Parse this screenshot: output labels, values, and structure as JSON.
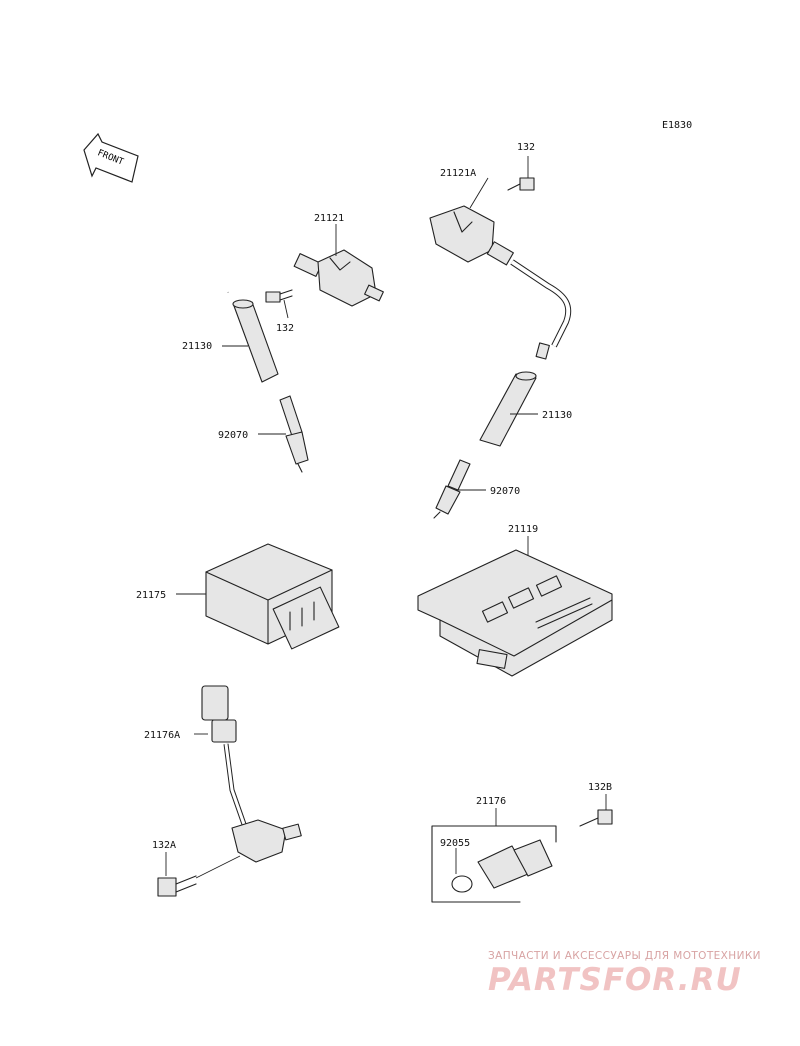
{
  "diagram_code": "E1830",
  "front_label": "FRONT",
  "parts": {
    "p132_top": "132",
    "p21121A": "21121A",
    "p21121": "21121",
    "p132_left": "132",
    "p21130_left": "21130",
    "p92070_left": "92070",
    "p21130_right": "21130",
    "p92070_right": "92070",
    "p21119": "21119",
    "p21175": "21175",
    "p21176A": "21176A",
    "p132A": "132A",
    "p21176": "21176",
    "p132B": "132B",
    "p92055": "92055"
  },
  "watermark": {
    "tagline": "ЗАПЧАСТИ И АКСЕССУАРЫ ДЛЯ МОТОТЕХНИКИ",
    "brand": "PARTSFOR.RU"
  }
}
